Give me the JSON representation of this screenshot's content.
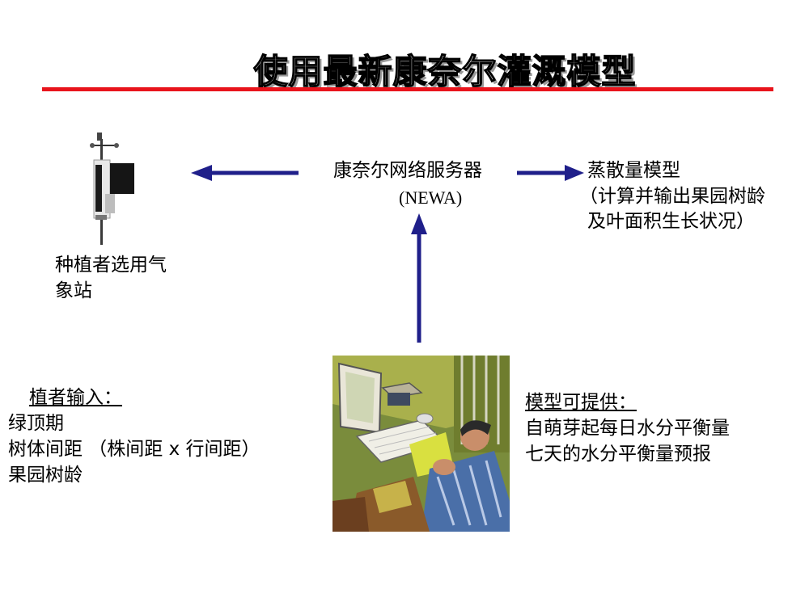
{
  "title": "使用最新康奈尔灌溉模型",
  "server": {
    "name": "康奈尔网络服务器",
    "abbr": "(NEWA)"
  },
  "et_model": {
    "line1": "蒸散量模型",
    "line2": "（计算并输出果园树龄",
    "line3": "及叶面积生长状况）"
  },
  "station": {
    "line1": "种植者选用气",
    "line2": "象站"
  },
  "grower_input": {
    "heading": "植者输入",
    "colon": "：",
    "items": [
      "绿顶期",
      "树体间距 （株间距 x 行间距）",
      "果园树龄"
    ]
  },
  "model_provides": {
    "heading": "模型可提供",
    "colon": "：",
    "items": [
      "自萌芽起每日水分平衡量",
      "七天的水分平衡量预报"
    ]
  },
  "colors": {
    "title_line": "#e8141c",
    "arrow": "#1f1f8a"
  },
  "icons": {
    "station": "weather-station-icon",
    "office": "person-at-computer-icon"
  }
}
